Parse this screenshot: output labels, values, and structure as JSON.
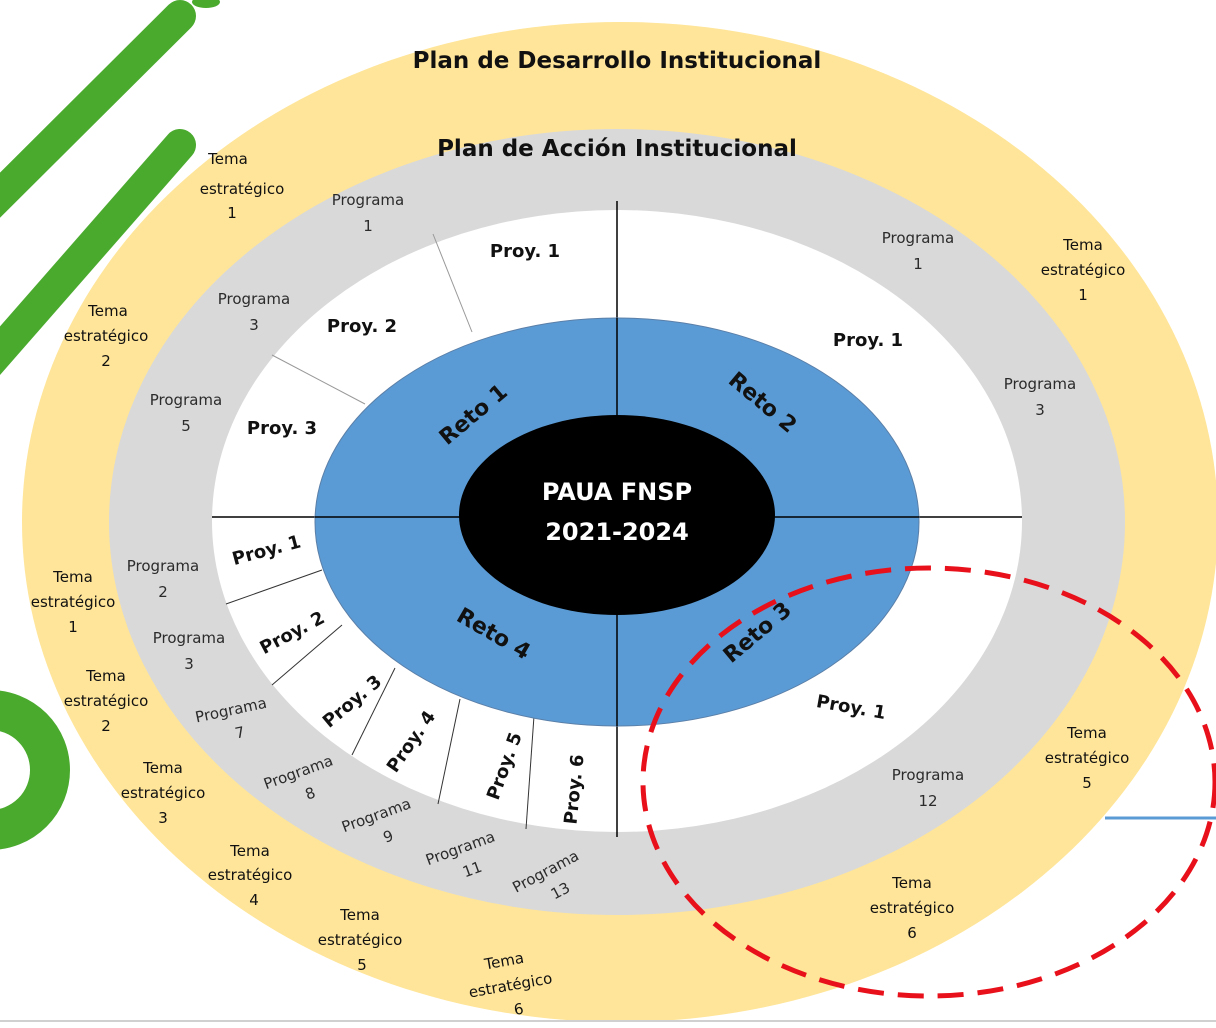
{
  "title_outer": "Plan de Desarrollo Institucional",
  "title_inner": "Plan de Acción Institucional",
  "center": {
    "line1": "PAUA FNSP",
    "line2": "2021-2024"
  },
  "retos": [
    "Reto 1",
    "Reto 2",
    "Reto 3",
    "Reto 4"
  ],
  "proyectos": {
    "p1_a": "Proy. 1",
    "p1_b": "Proy. 2",
    "p1_c": "Proy. 3",
    "p2_a": "Proy. 1",
    "p3_a": "Proy. 1",
    "p4_a": "Proy. 1",
    "p4_b": "Proy. 2",
    "p4_c": "Proy. 3",
    "p4_d": "Proy. 4",
    "p4_e": "Proy. 5",
    "p4_f": "Proy. 6"
  },
  "programa_word": "Programa",
  "programa_nums": {
    "a": "1",
    "b": "3",
    "c": "5",
    "d": "1",
    "e": "3",
    "f": "2",
    "g": "3",
    "h": "7",
    "i": "8",
    "j": "9",
    "k": "11",
    "l": "13",
    "m": "12"
  },
  "tema_word1": "Tema",
  "tema_word2": "estratégico",
  "tema_nums": {
    "a": "1",
    "b": "2",
    "c": "1",
    "d": "1",
    "e": "2",
    "f": "3",
    "g": "4",
    "h": "5",
    "i": "6",
    "j": "5",
    "k": "6"
  },
  "colors": {
    "outer_ring": "#ffe599",
    "middle_ring": "#d9d9d9",
    "inner_disc": "#ffffff",
    "reto_ring": "#5b9bd5",
    "center": "#000000",
    "decor_green": "#4aaa2e",
    "dashed_highlight": "#e8101a",
    "connector_line": "#5b9bd5"
  }
}
